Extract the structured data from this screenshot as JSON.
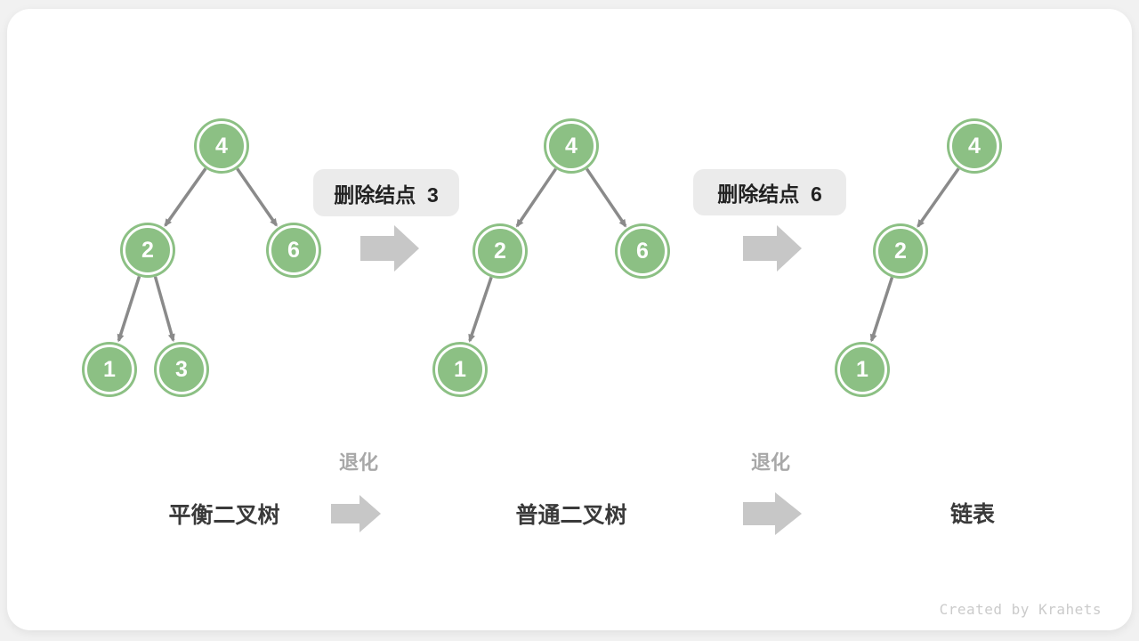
{
  "diagram": {
    "trees": [
      {
        "name": "balanced-binary-tree",
        "nodes": [
          "4",
          "2",
          "6",
          "1",
          "3"
        ]
      },
      {
        "name": "ordinary-binary-tree",
        "nodes": [
          "4",
          "2",
          "6",
          "1"
        ]
      },
      {
        "name": "linked-list-tree",
        "nodes": [
          "4",
          "2",
          "1"
        ]
      }
    ],
    "operations": [
      {
        "label": "删除结点  3"
      },
      {
        "label": "删除结点  6"
      }
    ],
    "degradation_label": "退化",
    "stages": [
      "平衡二叉树",
      "普通二叉树",
      "链表"
    ],
    "credit": "Created by Krahets"
  },
  "colors": {
    "node_green": "#8CC084",
    "edge_gray": "#8A8A8A",
    "flow_arrow_gray": "#C7C7C7",
    "label_box_bg": "#EBEBEB",
    "page_bg": "#F1F1F1",
    "card_bg": "#FFFFFF"
  }
}
